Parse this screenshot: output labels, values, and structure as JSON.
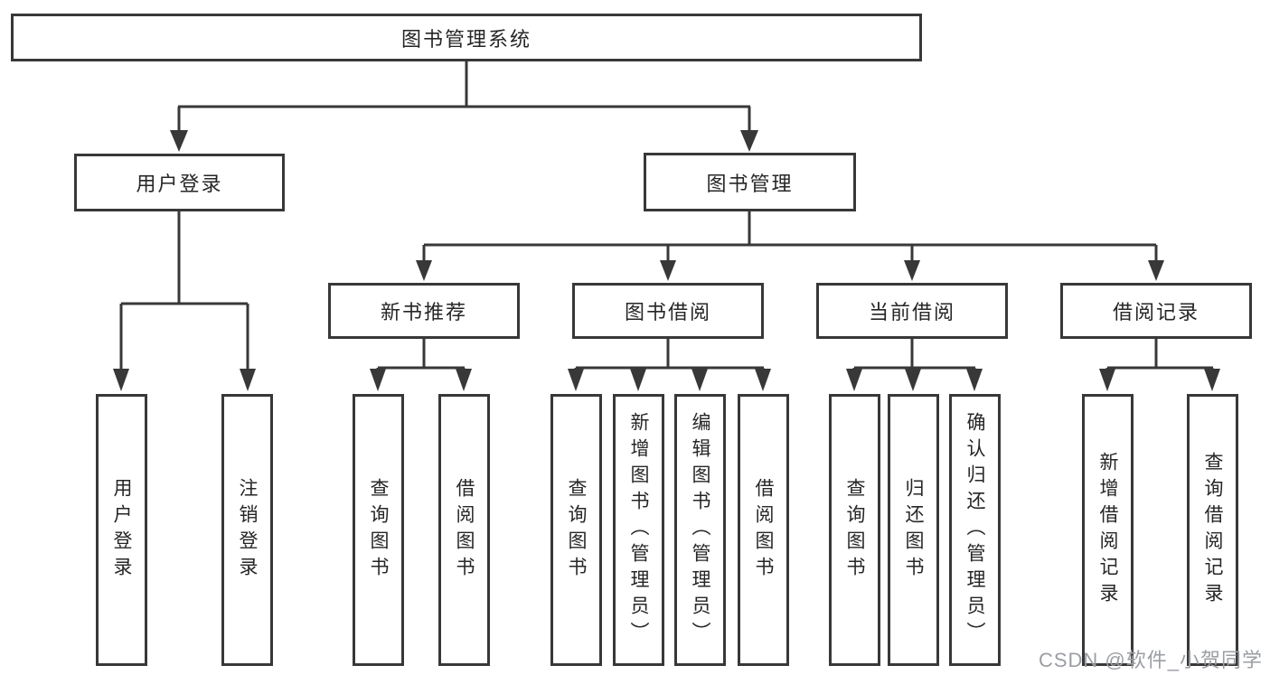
{
  "tree": {
    "label": "图书管理系统",
    "children": [
      {
        "label": "用户登录",
        "children": [
          {
            "label": "用户登录"
          },
          {
            "label": "注销登录"
          }
        ]
      },
      {
        "label": "图书管理",
        "children": [
          {
            "label": "新书推荐",
            "children": [
              {
                "label": "查询图书"
              },
              {
                "label": "借阅图书"
              }
            ]
          },
          {
            "label": "图书借阅",
            "children": [
              {
                "label": "查询图书"
              },
              {
                "label": "新增图书（管理员）"
              },
              {
                "label": "编辑图书（管理员）"
              },
              {
                "label": "借阅图书"
              }
            ]
          },
          {
            "label": "当前借阅",
            "children": [
              {
                "label": "查询图书"
              },
              {
                "label": "归还图书"
              },
              {
                "label": "确认归还（管理员）"
              }
            ]
          },
          {
            "label": "借阅记录",
            "children": [
              {
                "label": "新增借阅记录"
              },
              {
                "label": "查询借阅记录"
              }
            ]
          }
        ]
      }
    ]
  },
  "watermark": {
    "text": "CSDN @软件_小贺同学"
  },
  "colors": {
    "line": "#383838",
    "box_border": "#383838",
    "text": "#262626",
    "watermark": "#9b9ea3",
    "background": "#ffffff"
  }
}
